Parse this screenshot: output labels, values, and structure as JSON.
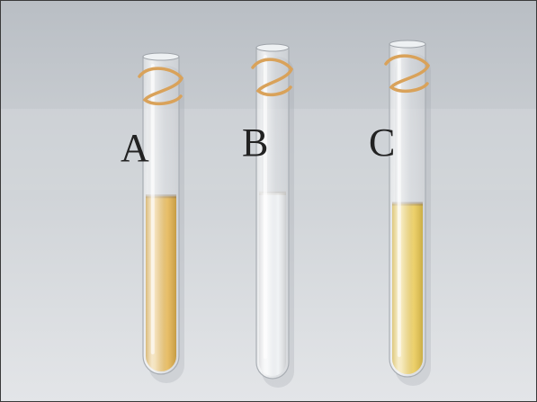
{
  "photo": {
    "tubes": [
      {
        "label": "A",
        "liquid_color": "#e09a0a",
        "fill_level": 0.56
      },
      {
        "label": "B",
        "liquid_color": "#eef1f4",
        "fill_level": 0.56
      },
      {
        "label": "C",
        "liquid_color": "#e8b80e",
        "fill_level": 0.52
      }
    ],
    "colors": {
      "backdrop_top": "#b9bec4",
      "backdrop_bottom": "#e3e5e8",
      "band": "#d3d7db",
      "rubber_band": "#d9a25a"
    }
  }
}
